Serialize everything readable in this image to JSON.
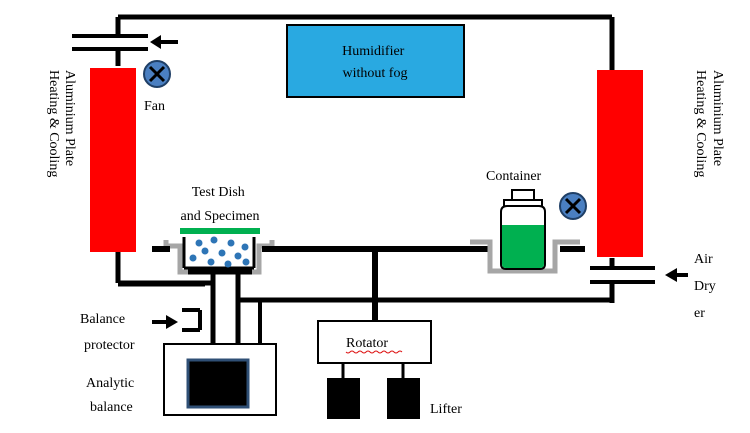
{
  "labels": {
    "humidifier_line1": "Humidifier",
    "humidifier_line2": "without fog",
    "fan": "Fan",
    "plate_left_line1": "Heating & Cooling",
    "plate_left_line2": "Aluminium Plate",
    "plate_right_line1": "Heating & Cooling",
    "plate_right_line2": "Aluminium Plate",
    "test_dish_line1": "Test Dish",
    "test_dish_line2": "and Specimen",
    "container": "Container",
    "air_dryer_line1": "Air",
    "air_dryer_line2": "Dry",
    "air_dryer_line3": "er",
    "balance_protector_line1": "Balance",
    "balance_protector_line2": "protector",
    "analytic_balance_line1": "Analytic",
    "analytic_balance_line2": "balance",
    "rotator": "Rotator",
    "lifter": "Lifter"
  },
  "colors": {
    "humidifier": "#29a9e1",
    "plate": "#ff0000",
    "fan_fill": "#4a7fc1",
    "container_liquid": "#00b050",
    "test_dish_lid": "#00b050",
    "droplets": "#2e75b6",
    "dish_tray": "#a6a6a6",
    "balance_screen_border": "#2f4f75"
  },
  "icons": {
    "fan": "fan-icon",
    "container_valve": "valve-icon"
  }
}
